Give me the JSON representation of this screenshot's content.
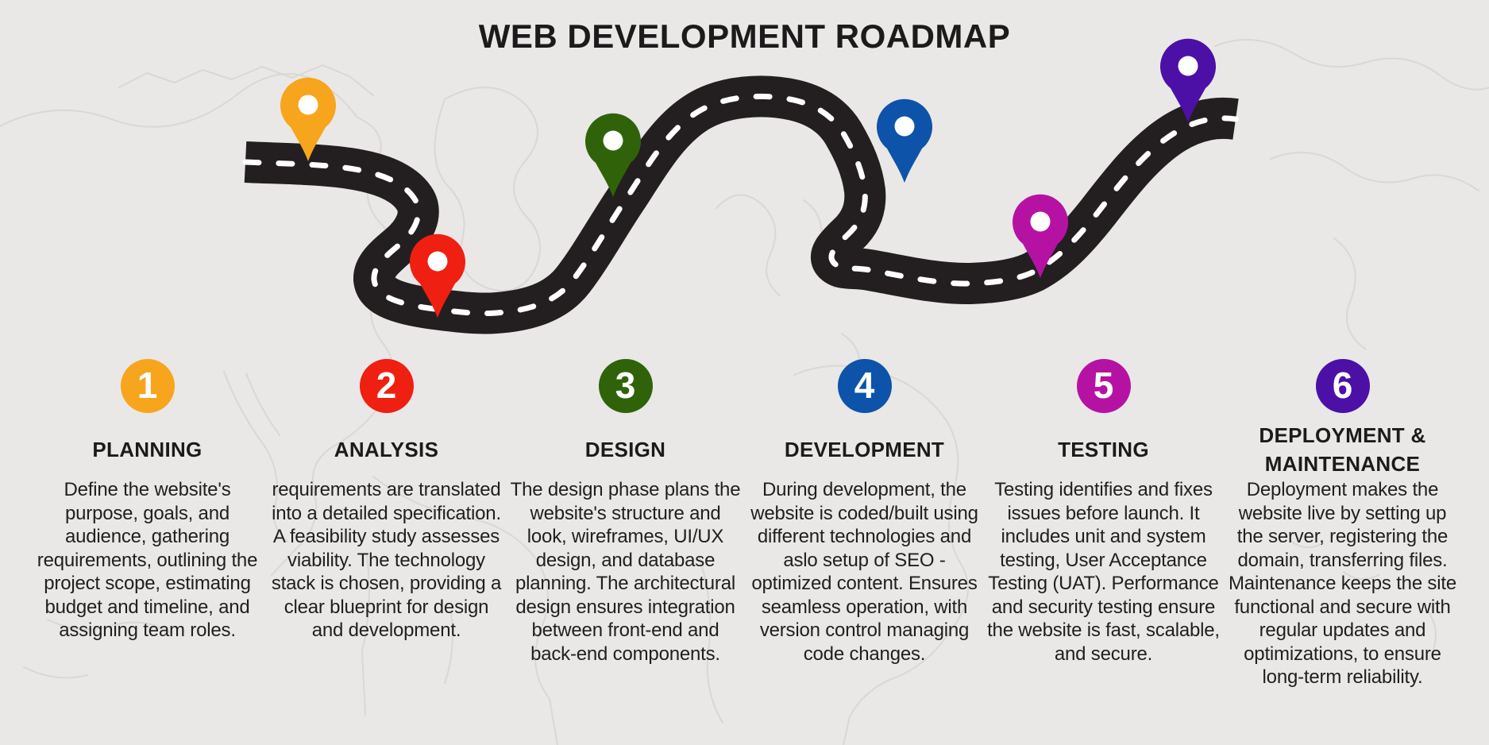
{
  "title": "WEB DEVELOPMENT ROADMAP",
  "colors": {
    "background": "#e9e8e6",
    "map-outline": "#d9d8d5",
    "road": "#231f20",
    "road-dash": "#ffffff",
    "heading": "#1d1a1b",
    "body": "#211e1f",
    "badge-number": "#ffffff"
  },
  "steps": [
    {
      "number": "1",
      "title": "PLANNING",
      "color": "#F7A51C",
      "icon": "map-pin",
      "description": "Define the website's purpose, goals, and audience, gathering requirements, outlining the project scope, estimating budget and timeline, and assigning team roles."
    },
    {
      "number": "2",
      "title": "ANALYSIS",
      "color": "#EF1F12",
      "icon": "map-pin",
      "description": "requirements are translated into a detailed specification. A feasibility study assesses viability. The technology stack is chosen, providing a clear blueprint for design and development."
    },
    {
      "number": "3",
      "title": "DESIGN",
      "color": "#306309",
      "icon": "map-pin",
      "description": "The design phase plans the website's structure and look, wireframes, UI/UX design, and database planning. The architectural design ensures integration between front-end and back-end components."
    },
    {
      "number": "4",
      "title": "DEVELOPMENT",
      "color": "#0D53A9",
      "icon": "map-pin",
      "description": "During development, the website is coded/built using different technologies and aslo setup of SEO -optimized content. Ensures seamless operation, with version control managing code changes."
    },
    {
      "number": "5",
      "title": "TESTING",
      "color": "#B512A4",
      "icon": "map-pin",
      "description": "Testing identifies and fixes issues before launch. It includes unit and system testing, User Acceptance Testing (UAT). Performance and security testing ensure the website is fast, scalable, and secure."
    },
    {
      "number": "6",
      "title": "DEPLOYMENT & MAINTENANCE",
      "color": "#4C10A7",
      "icon": "map-pin",
      "description": "Deployment makes the website live by setting up the server, registering the domain, transferring files. Maintenance keeps the site functional and secure with regular updates and optimizations, to ensure long-term reliability."
    }
  ]
}
